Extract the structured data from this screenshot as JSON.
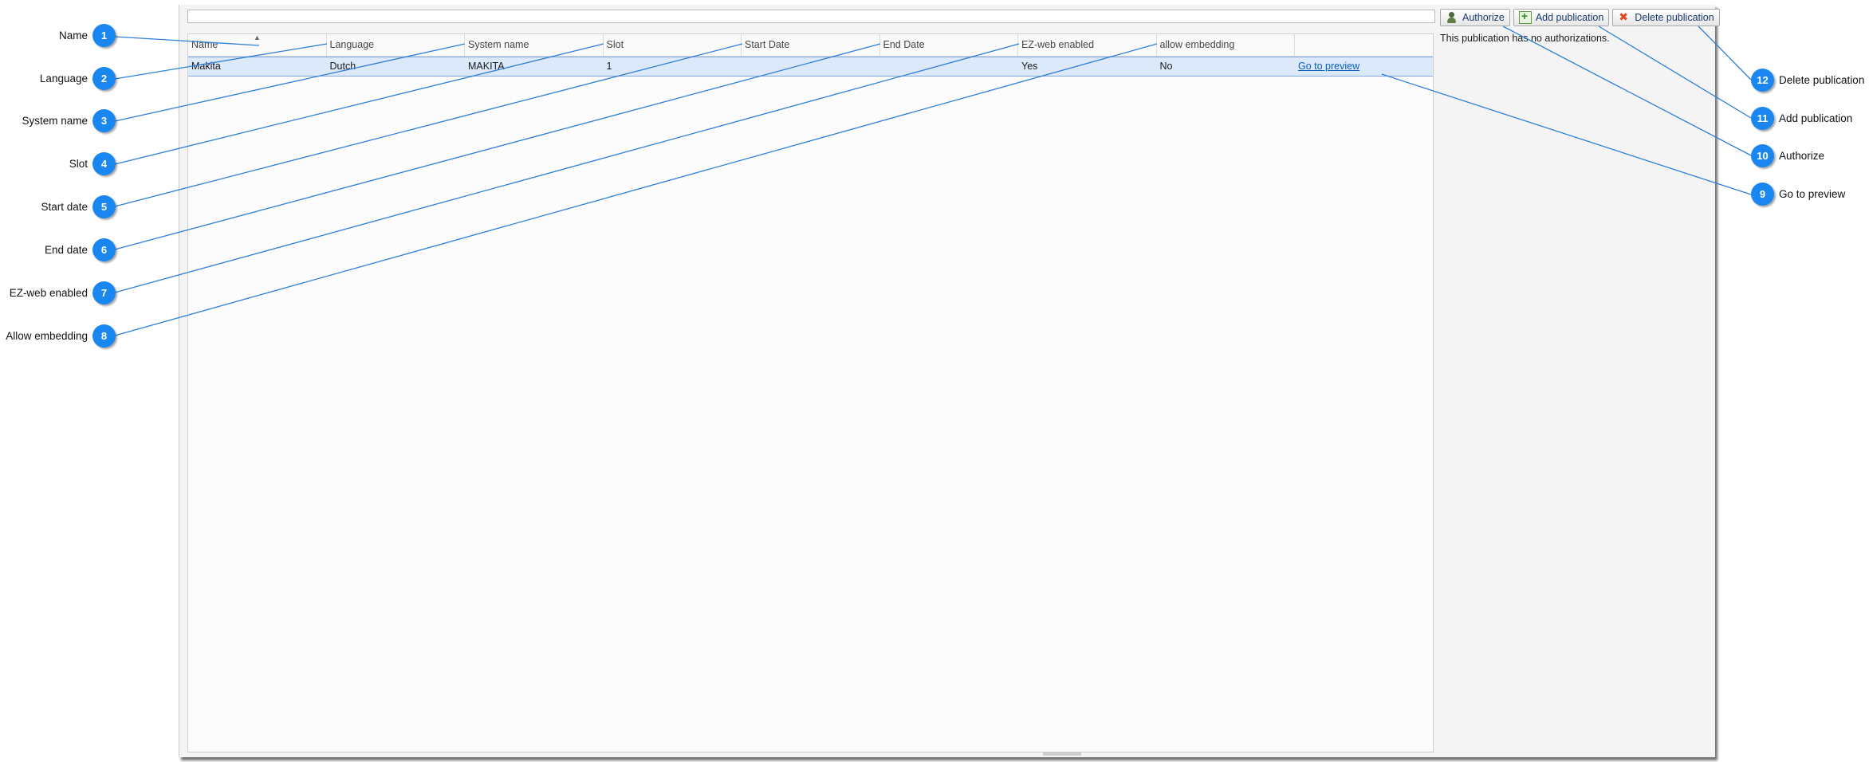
{
  "grid": {
    "columns": [
      "Name",
      "Language",
      "System name",
      "Slot",
      "Start Date",
      "End Date",
      "EZ-web enabled",
      "allow embedding",
      ""
    ],
    "rows": [
      [
        "Makita",
        "Dutch",
        "MAKITA",
        "1",
        "",
        "",
        "Yes",
        "No",
        "Go to preview"
      ]
    ]
  },
  "toolbar": {
    "authorize": {
      "label": "Authorize",
      "icon": "user-key-icon"
    },
    "add": {
      "label": "Add publication",
      "icon": "add-publication-icon"
    },
    "delete": {
      "label": "Delete publication",
      "icon": "delete-x-icon"
    }
  },
  "authorizations_message": "This publication has no authorizations.",
  "callouts": [
    {
      "n": "1",
      "label": "Name"
    },
    {
      "n": "2",
      "label": "Language"
    },
    {
      "n": "3",
      "label": "System name"
    },
    {
      "n": "4",
      "label": "Slot"
    },
    {
      "n": "5",
      "label": "Start date"
    },
    {
      "n": "6",
      "label": "End date"
    },
    {
      "n": "7",
      "label": "EZ-web enabled"
    },
    {
      "n": "8",
      "label": "Allow embedding"
    },
    {
      "n": "9",
      "label": "Go to preview"
    },
    {
      "n": "10",
      "label": "Authorize"
    },
    {
      "n": "11",
      "label": "Add publication"
    },
    {
      "n": "12",
      "label": "Delete publication"
    }
  ],
  "colors": {
    "badge": "#1a87f0",
    "callout_line": "#2f7fd8",
    "selected_row": "#dbe9fb",
    "link": "#0a5cc2"
  }
}
